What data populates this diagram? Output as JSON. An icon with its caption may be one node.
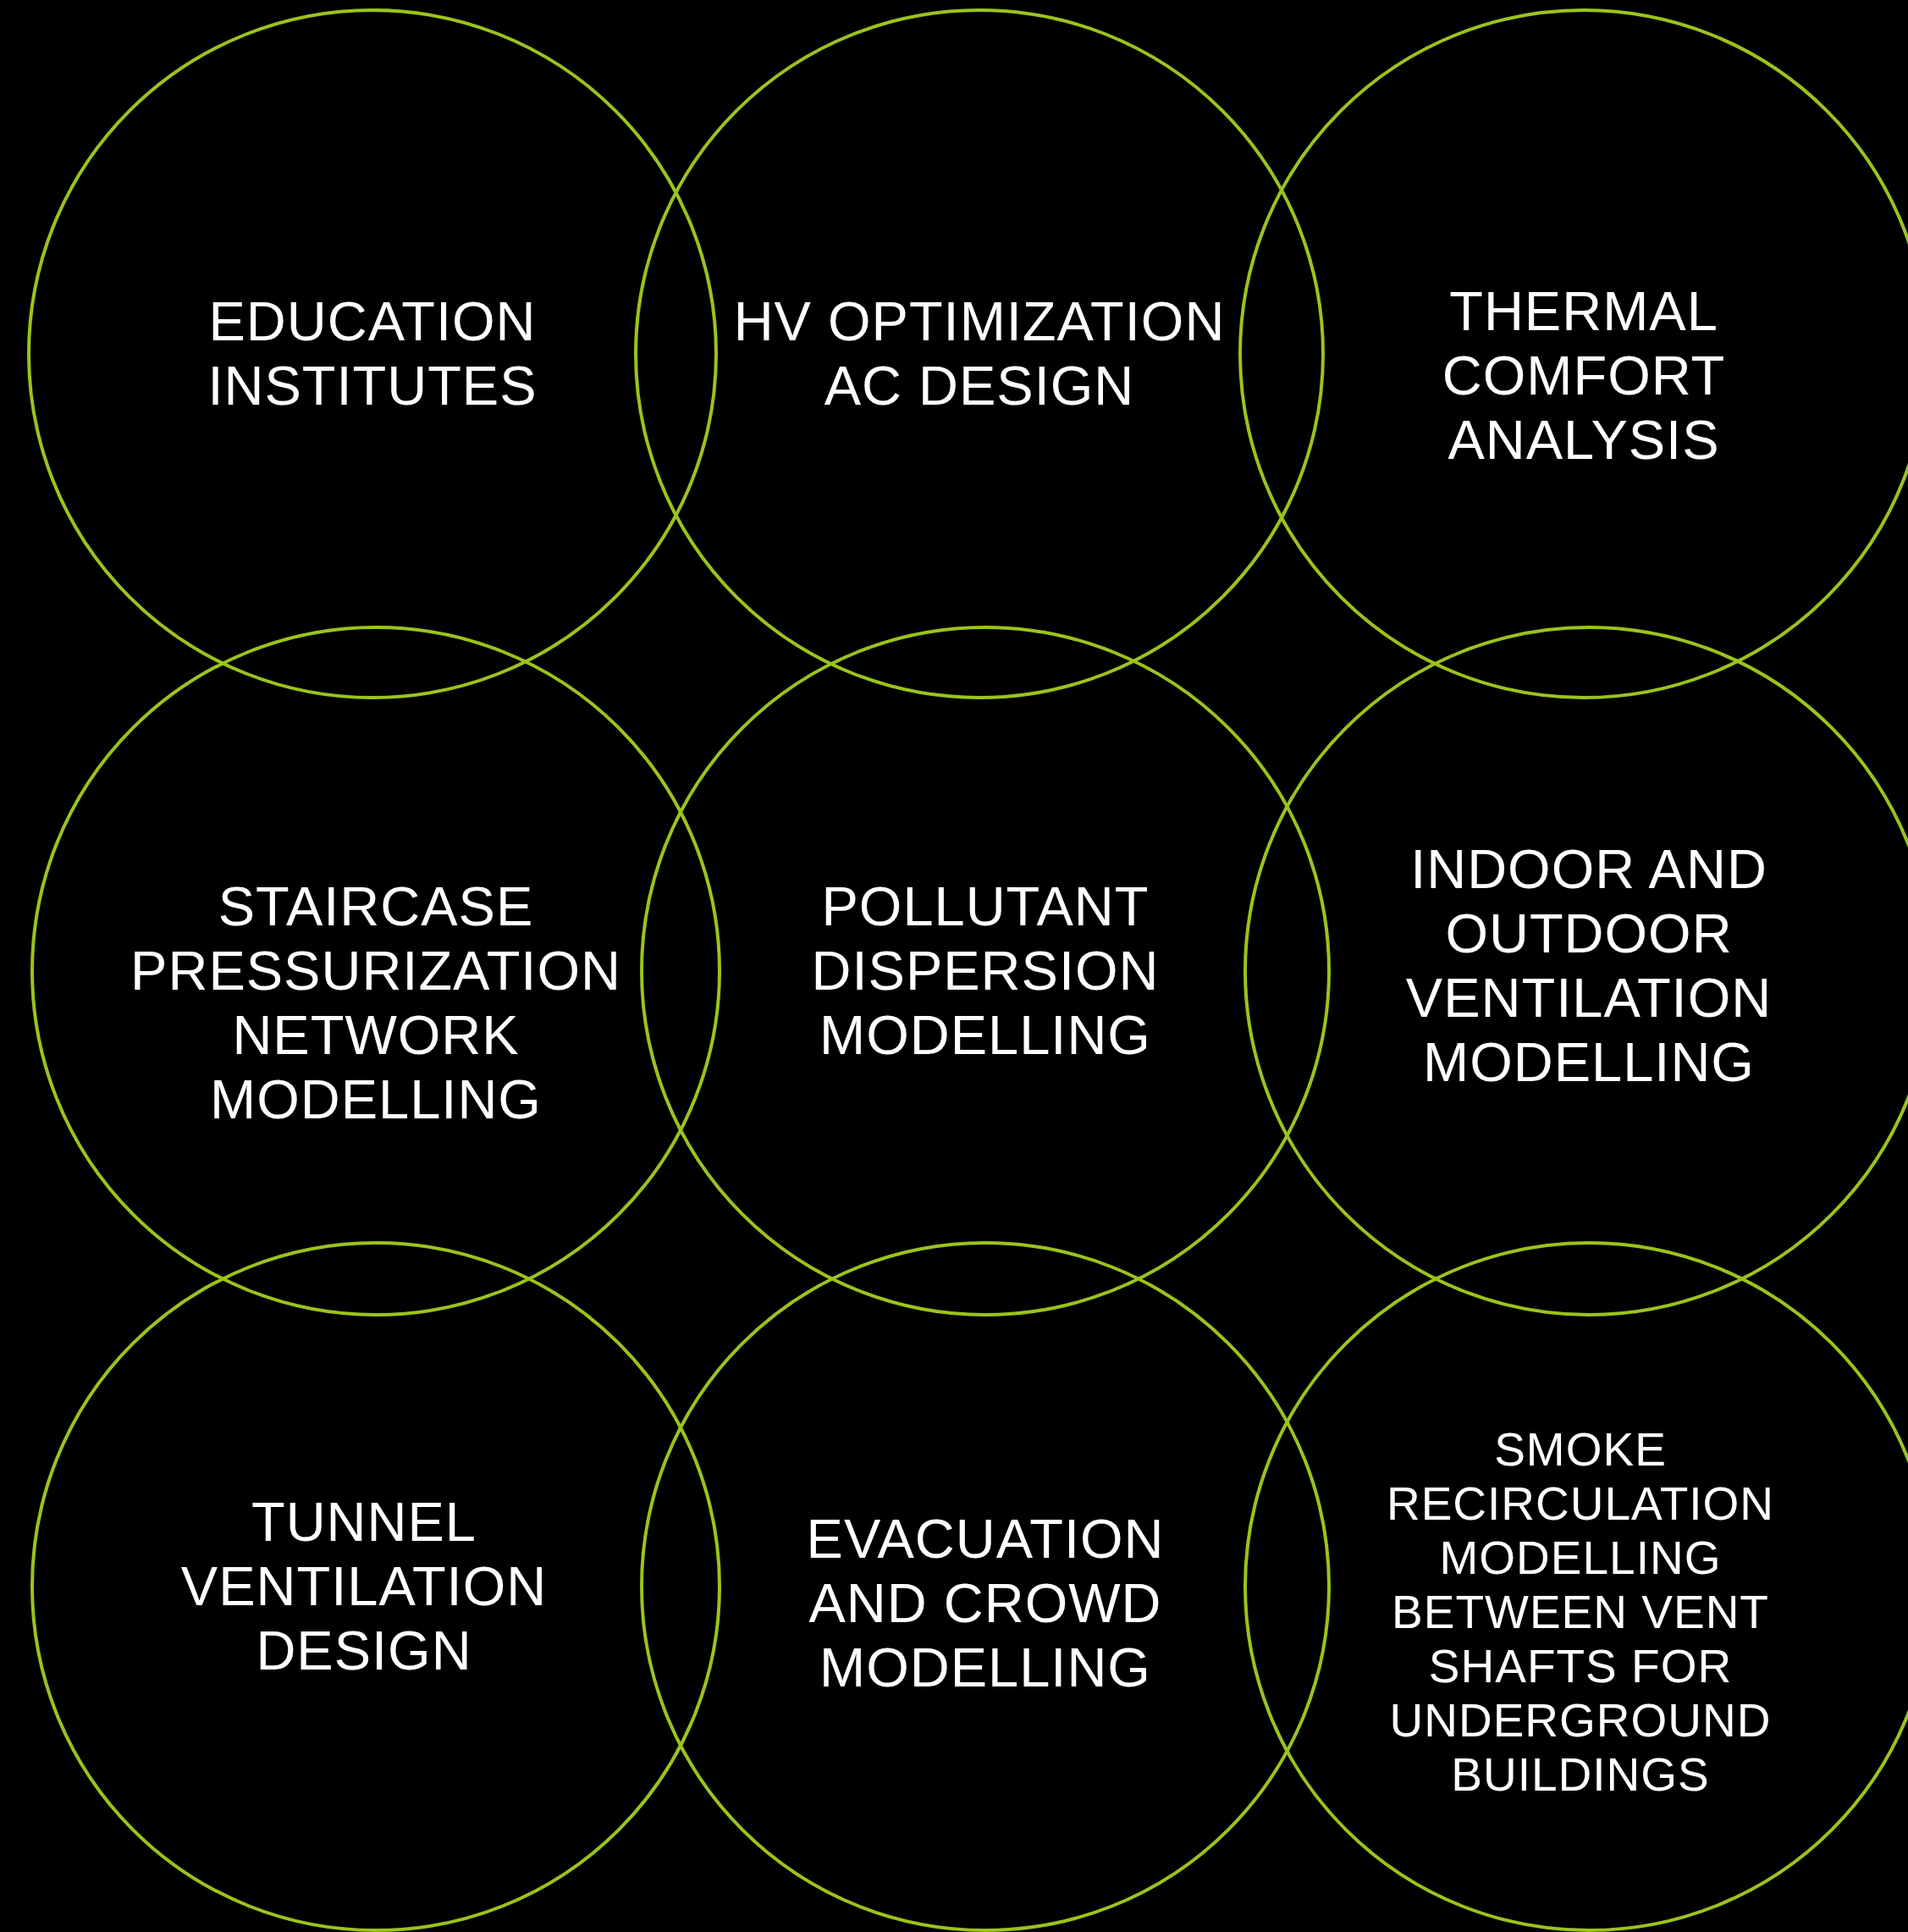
{
  "diagram": {
    "nodes": [
      {
        "text": [
          "EDUCATION INSTITUTES"
        ]
      },
      {
        "text": [
          "HV OPTIMIZATION AC DESIGN"
        ]
      },
      {
        "text": [
          "THERMAL COMFORT ANALYSIS"
        ]
      },
      {
        "text": [
          "STAIRCASE PRESSURIZATION NETWORK MODELLING"
        ]
      },
      {
        "text": [
          "POLLUTANT DISPERSION MODELLING"
        ]
      },
      {
        "text": [
          "INDOOR AND OUTDOOR VENTILATION MODELLING"
        ]
      },
      {
        "text": [
          "TUNNEL VENTILATION DESIGN"
        ]
      },
      {
        "text": [
          "EVACUATION AND CROWD MODELLING"
        ]
      },
      {
        "text": [
          "SMOKE RECIRCULATION MODELLING BETWEEN VENT SHAFTS FOR UNDERGROUND BUILDINGS"
        ]
      }
    ]
  }
}
